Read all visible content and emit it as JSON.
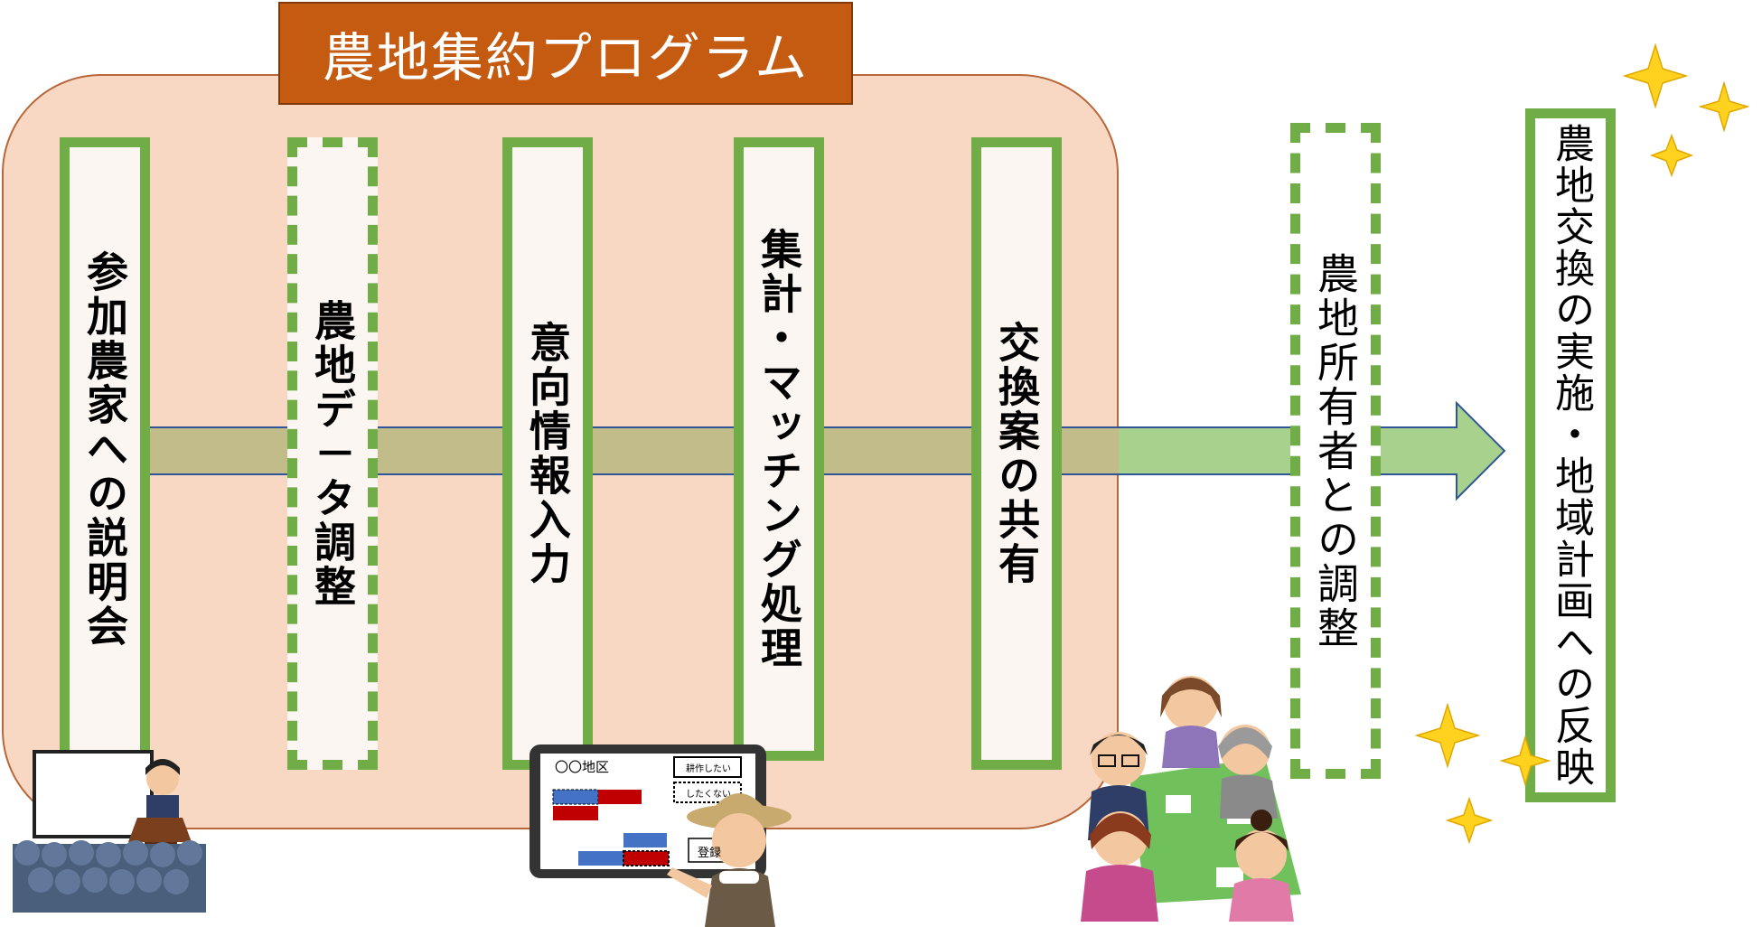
{
  "title": "農地集約プログラム",
  "steps": [
    {
      "label": "参加農家への説明会",
      "border": "solid"
    },
    {
      "label": "農地デ－タ調整",
      "border": "dashed"
    },
    {
      "label": "意向情報入力",
      "border": "solid"
    },
    {
      "label": "集計・マッチング処理",
      "border": "solid"
    },
    {
      "label": "交換案の共有",
      "border": "solid"
    }
  ],
  "outside_step": {
    "label": "農地所有者との調整",
    "border": "dashed"
  },
  "result": {
    "label": "農地交換の実施・地域計画への反映"
  },
  "tablet": {
    "district_label": "〇〇地区",
    "option_yes": "耕作したい",
    "option_no": "したくない",
    "register_button": "登録"
  },
  "colors": {
    "program_bg": "#f9d8c3",
    "title_bg": "#c55a11",
    "step_border": "#70ad47",
    "arrow_fill": "#a9d18e",
    "arrow_stroke": "#2f5597"
  }
}
